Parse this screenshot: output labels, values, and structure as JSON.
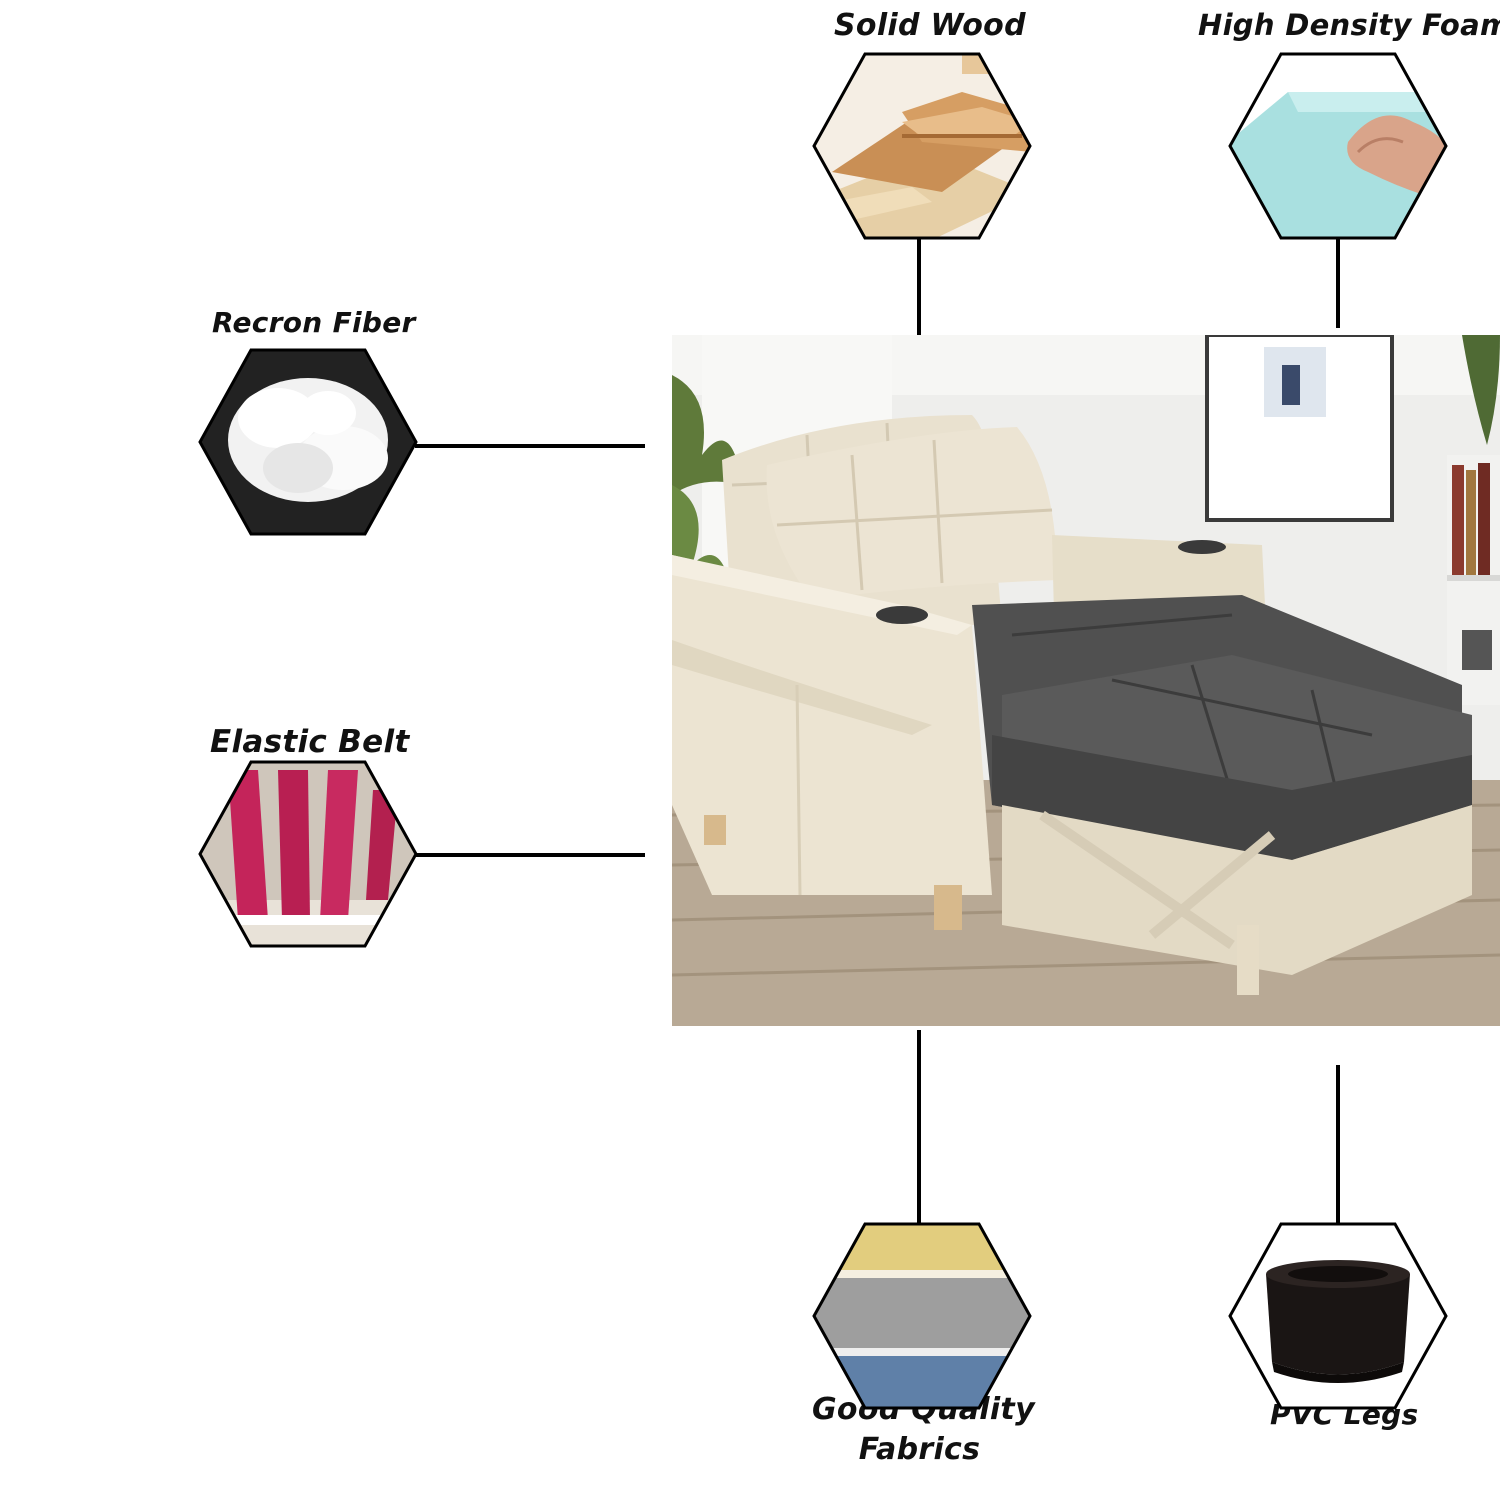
{
  "features": {
    "solid_wood": {
      "label": "Solid Wood",
      "icon": "solid-wood-icon"
    },
    "high_density_foam": {
      "label": "High Density Foam",
      "icon": "high-density-foam-icon"
    },
    "recron_fiber": {
      "label": "Recron Fiber",
      "icon": "recron-fiber-icon"
    },
    "elastic_belt": {
      "label": "Elastic Belt",
      "icon": "elastic-belt-icon"
    },
    "good_quality_fabrics": {
      "label_line1": "Good Quality",
      "label_line2": "Fabrics",
      "icon": "fabrics-icon"
    },
    "pvc_legs": {
      "label": "PVC Legs",
      "icon": "pvc-leg-icon"
    }
  },
  "product_image": {
    "subject": "sofa-cum-bed-photo"
  },
  "colors": {
    "line": "#000000",
    "sofa_fabric": "#e9e1cf",
    "mattress": "#505050"
  }
}
